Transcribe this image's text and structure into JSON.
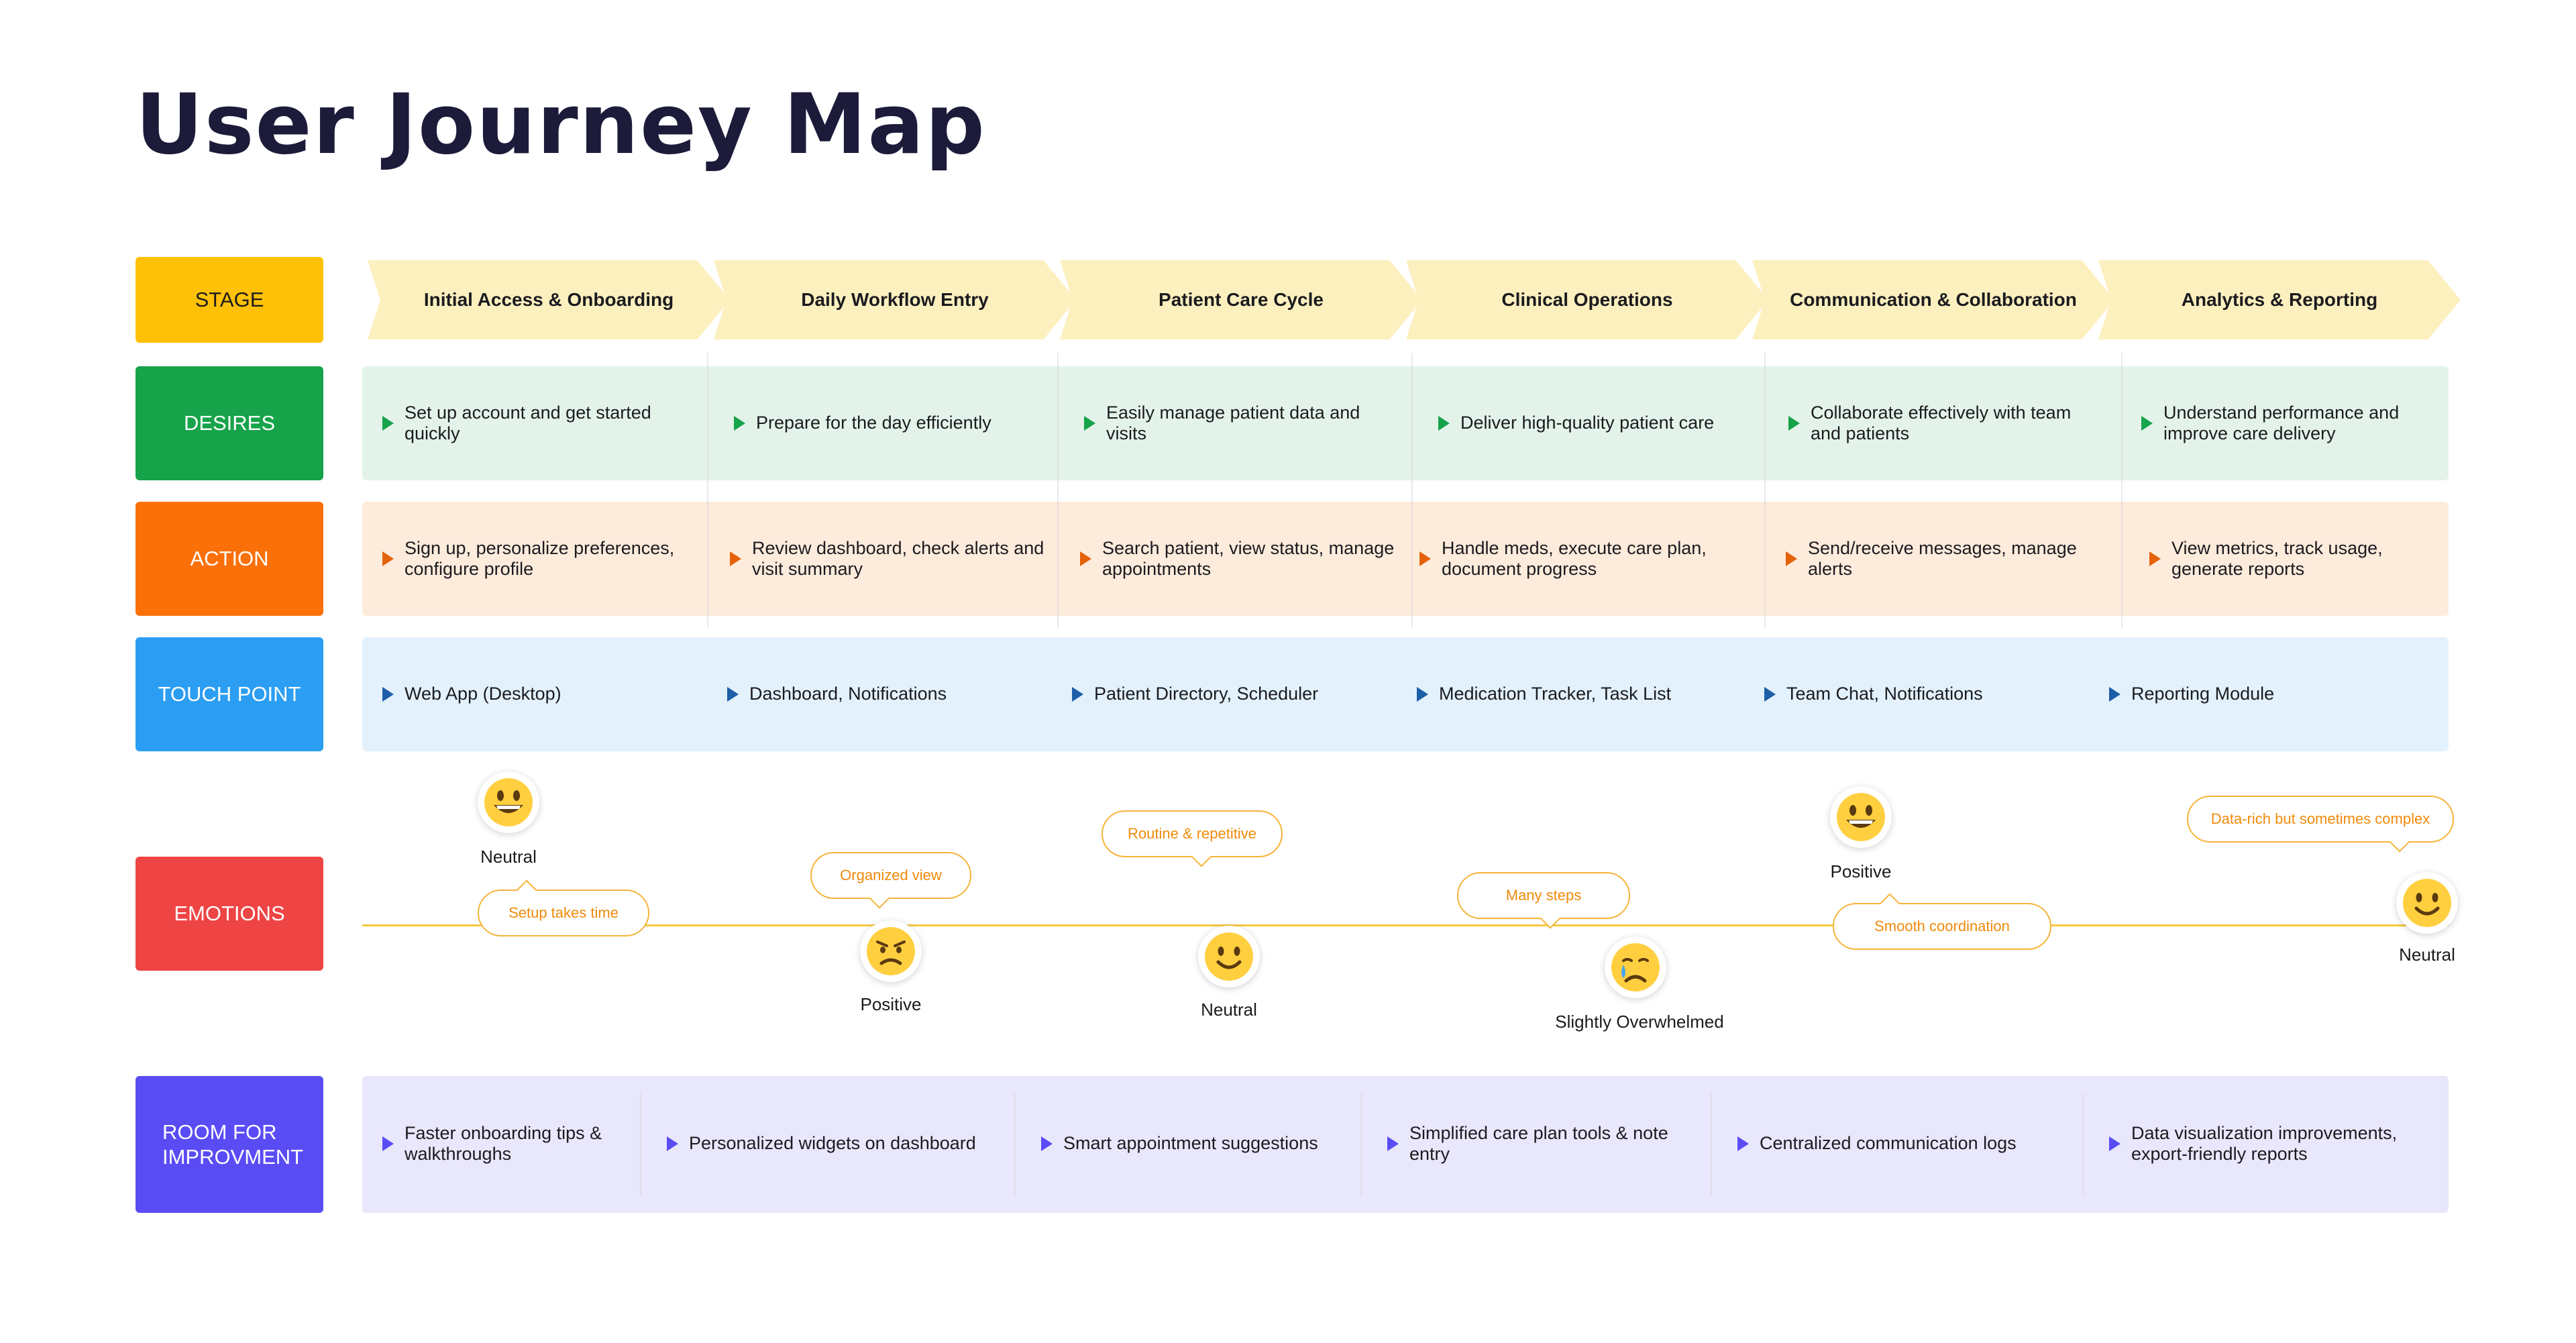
{
  "title": "User Journey Map",
  "rows": {
    "stage": "STAGE",
    "desires": "DESIRES",
    "action": "ACTION",
    "touch_point": "TOUCH POINT",
    "emotions": "EMOTIONS",
    "room": "ROOM FOR IMPROVMENT"
  },
  "stages": [
    "Initial Access & Onboarding",
    "Daily Workflow Entry",
    "Patient Care Cycle",
    "Clinical Operations",
    "Communication & Collaboration",
    "Analytics & Reporting"
  ],
  "desires": [
    "Set up account and get started quickly",
    "Prepare for the day efficiently",
    "Easily manage patient data and visits",
    "Deliver high-quality patient care",
    "Collaborate effectively with team and patients",
    "Understand performance and improve care delivery"
  ],
  "actions": [
    "Sign up, personalize preferences, configure profile",
    "Review dashboard, check alerts and visit summary",
    "Search patient, view status, manage appointments",
    "Handle meds, execute care plan, document progress",
    "Send/receive messages, manage alerts",
    "View metrics, track usage, generate reports"
  ],
  "touch_points": [
    "Web App (Desktop)",
    "Dashboard, Notifications",
    "Patient Directory, Scheduler",
    "Medication Tracker, Task List",
    "Team Chat, Notifications",
    "Reporting Module"
  ],
  "emotions": [
    {
      "label": "Neutral",
      "face": "grin",
      "note": "Setup takes time"
    },
    {
      "label": "Positive",
      "face": "angry",
      "note": "Organized view"
    },
    {
      "label": "Neutral",
      "face": "smile",
      "note": "Routine & repetitive"
    },
    {
      "label": "Slightly Overwhelmed",
      "face": "cry",
      "note": "Many steps"
    },
    {
      "label": "Positive",
      "face": "grin",
      "note": "Smooth coordination"
    },
    {
      "label": "Neutral",
      "face": "smile",
      "note": "Data-rich but sometimes complex"
    }
  ],
  "improvements": [
    "Faster onboarding tips & walkthroughs",
    "Personalized widgets on dashboard",
    "Smart appointment suggestions",
    "Simplified care plan tools & note entry",
    "Centralized communication logs",
    "Data visualization improvements, export-friendly reports"
  ],
  "colors": {
    "stage": "#ffc107",
    "desires": "#16a34a",
    "action": "#fb7008",
    "touch_point": "#2b9ef3",
    "emotions": "#ef4444",
    "room": "#5a4cf5",
    "title": "#1c1b3a"
  }
}
